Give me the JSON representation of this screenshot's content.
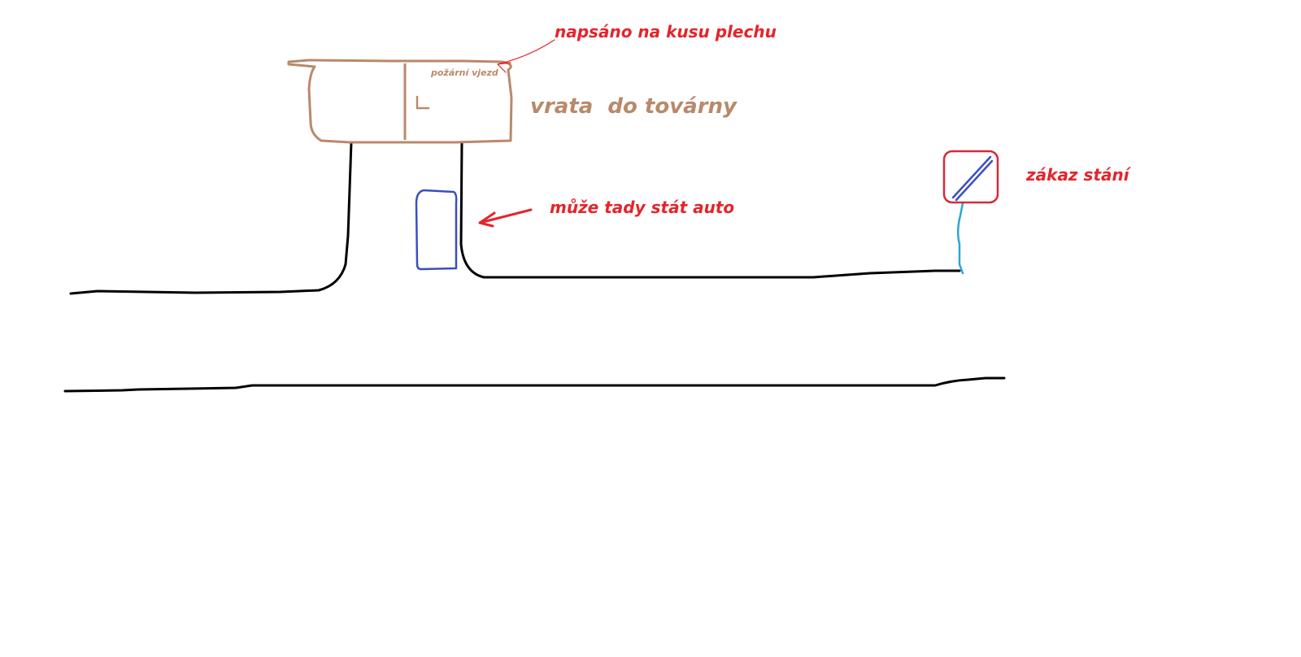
{
  "labels": {
    "sign_note": "napsáno na kusu plechu",
    "gate_plate": "požární vjezd",
    "gate": "vrata  do továrny",
    "car_note": "může tady stát auto",
    "no_parking": "zákaz stání"
  },
  "colors": {
    "ink": "#000000",
    "annotation": "#e5242b",
    "gate": "#b9896a",
    "car": "#3a4fc0",
    "sign_ring": "#d42a3a",
    "sign_slash": "#3b4fc4",
    "sign_pole": "#2aa6d6"
  }
}
